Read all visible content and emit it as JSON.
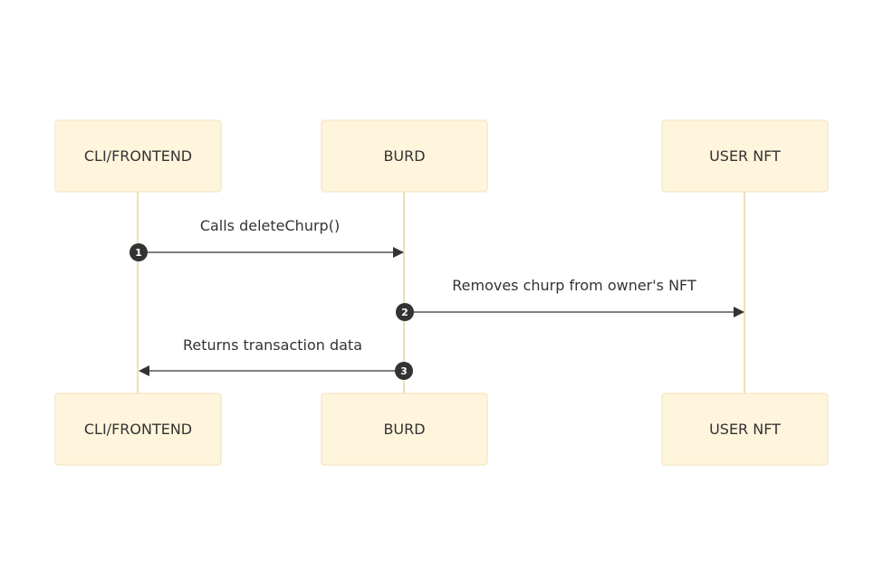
{
  "actors": [
    {
      "id": "cli",
      "label": "CLI/FRONTEND"
    },
    {
      "id": "burd",
      "label": "BURD"
    },
    {
      "id": "nft",
      "label": "USER NFT"
    }
  ],
  "messages": [
    {
      "seq": "1",
      "label": "Calls deleteChurp()",
      "from": "cli",
      "to": "burd"
    },
    {
      "seq": "2",
      "label": "Removes churp from owner's NFT",
      "from": "burd",
      "to": "nft"
    },
    {
      "seq": "3",
      "label": "Returns transaction data",
      "from": "burd",
      "to": "cli"
    }
  ]
}
